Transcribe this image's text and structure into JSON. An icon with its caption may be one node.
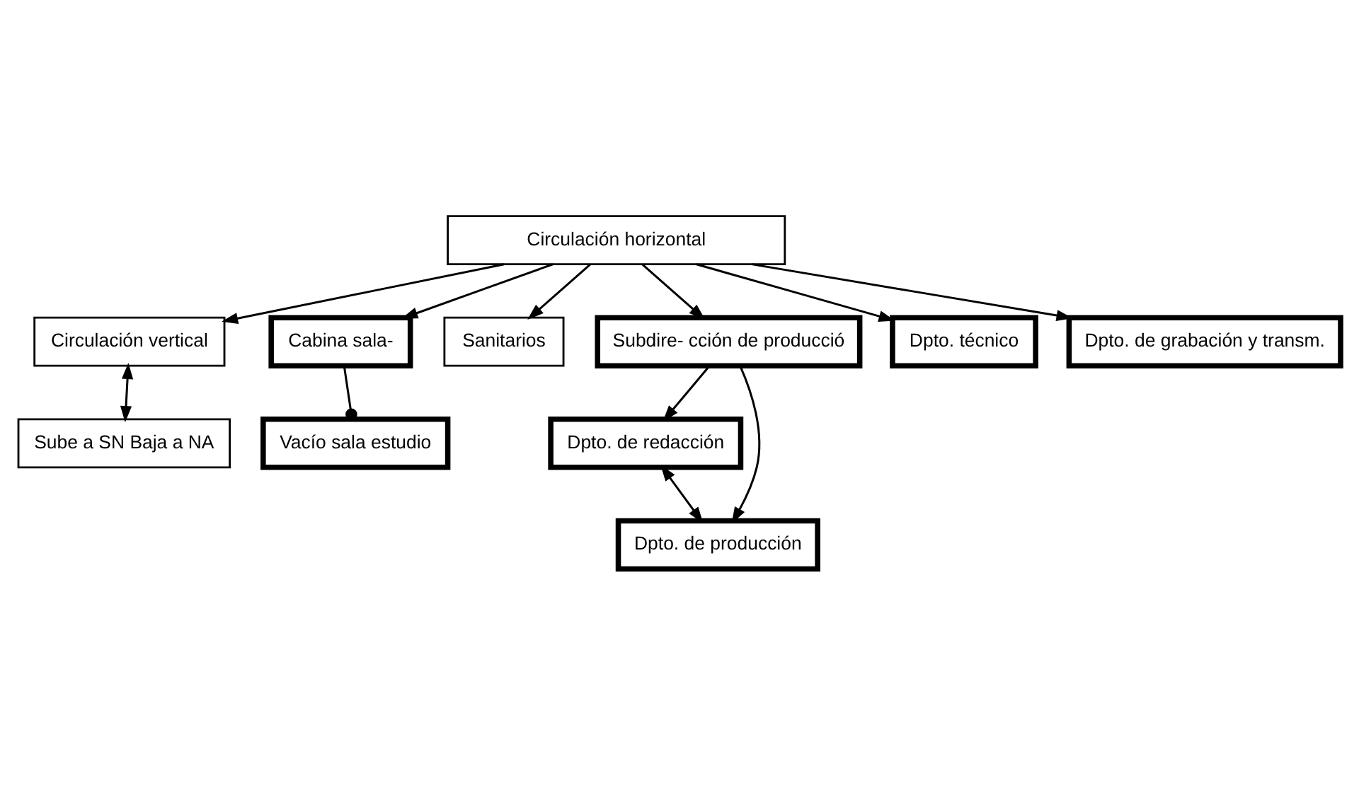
{
  "diagram": {
    "nodes": [
      {
        "text": [
          "Sube a SN Baja a NA"
        ]
      },
      {
        "text": [
          "Vacío sala estudio"
        ]
      },
      {
        "text": [
          "Dpto. de redacción"
        ]
      },
      {
        "text": [
          "Circulación vertical"
        ]
      },
      {
        "text": [
          "Cabina sala-"
        ]
      },
      {
        "text": [
          "Sanitarios"
        ]
      },
      {
        "text": [
          "Subdire- cción de producció"
        ]
      },
      {
        "text": [
          "Circulación horizontal"
        ]
      },
      {
        "text": [
          "Dpto. técnico"
        ]
      },
      {
        "text": [
          "Dpto. de producción"
        ]
      },
      {
        "text": [
          "Dpto. de grabación y transm."
        ]
      }
    ],
    "edges": [
      {
        "from": 7,
        "to": 6,
        "arrow": "to"
      },
      {
        "from": 6,
        "to": 2,
        "arrow": "to"
      },
      {
        "from": 6,
        "to": 9,
        "arrow": "to"
      },
      {
        "from": 2,
        "to": 9,
        "arrow": "both"
      },
      {
        "from": 7,
        "to": 3,
        "arrow": "to"
      },
      {
        "from": 3,
        "to": 0,
        "arrow": "both"
      },
      {
        "from": 7,
        "to": 4,
        "arrow": "to"
      },
      {
        "from": 4,
        "to": 1,
        "arrow": "other"
      },
      {
        "from": 7,
        "to": 5,
        "arrow": "to"
      },
      {
        "from": 7,
        "to": 8,
        "arrow": "to"
      },
      {
        "from": 7,
        "to": 10,
        "arrow": "to"
      }
    ]
  }
}
